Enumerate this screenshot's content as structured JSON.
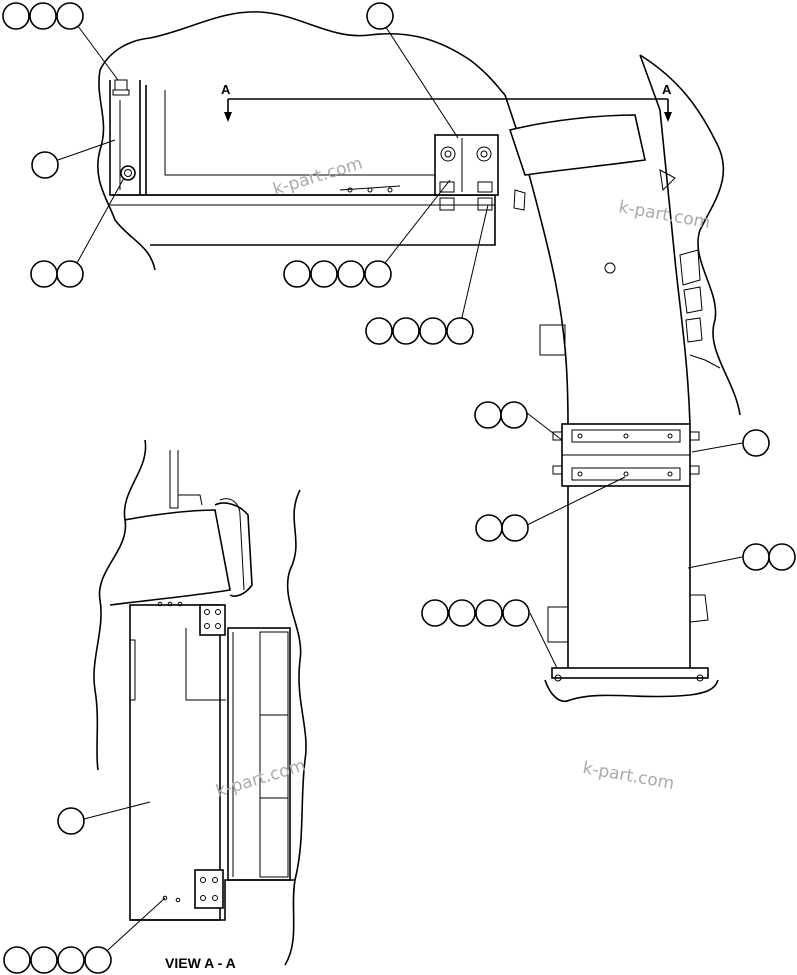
{
  "section_marker_left": "A",
  "section_marker_right": "A",
  "view_caption": "VIEW A - A",
  "watermarks": [
    "k-part.com",
    "k-part.com",
    "k-part.com",
    "k-part.com"
  ],
  "callouts": [
    {
      "id": "c1",
      "count": 3
    },
    {
      "id": "c2",
      "count": 1
    },
    {
      "id": "c3",
      "count": 1
    },
    {
      "id": "c4",
      "count": 2
    },
    {
      "id": "c5",
      "count": 4
    },
    {
      "id": "c6",
      "count": 4
    },
    {
      "id": "c7",
      "count": 2
    },
    {
      "id": "c8",
      "count": 1
    },
    {
      "id": "c9",
      "count": 2
    },
    {
      "id": "c10",
      "count": 2
    },
    {
      "id": "c11",
      "count": 4
    },
    {
      "id": "c12",
      "count": 1
    },
    {
      "id": "c13",
      "count": 4
    }
  ]
}
